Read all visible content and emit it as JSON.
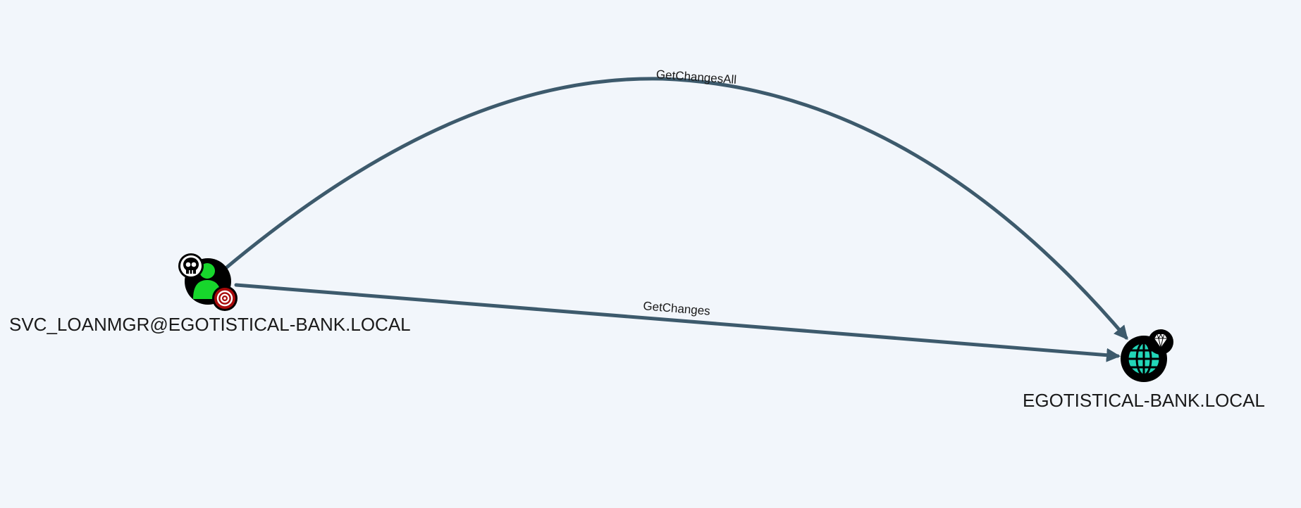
{
  "graph": {
    "nodes": [
      {
        "id": "user",
        "label": "SVC_LOANMGR@EGOTISTICAL-BANK.LOCAL",
        "kind": "user",
        "icons": [
          "skull-icon",
          "user-icon",
          "target-icon"
        ],
        "colors": {
          "fill": "#000000",
          "icon": "#17d62c",
          "badge": "#a80a0a"
        }
      },
      {
        "id": "domain",
        "label": "EGOTISTICAL-BANK.LOCAL",
        "kind": "domain",
        "icons": [
          "globe-icon",
          "gem-icon"
        ],
        "colors": {
          "fill": "#000000",
          "icon": "#22d6b8"
        }
      }
    ],
    "edges": [
      {
        "from": "user",
        "to": "domain",
        "label": "GetChangesAll",
        "curved": true
      },
      {
        "from": "user",
        "to": "domain",
        "label": "GetChanges",
        "curved": false
      }
    ],
    "colors": {
      "edge": "#3d5a6c",
      "background": "#f2f6fb"
    }
  }
}
